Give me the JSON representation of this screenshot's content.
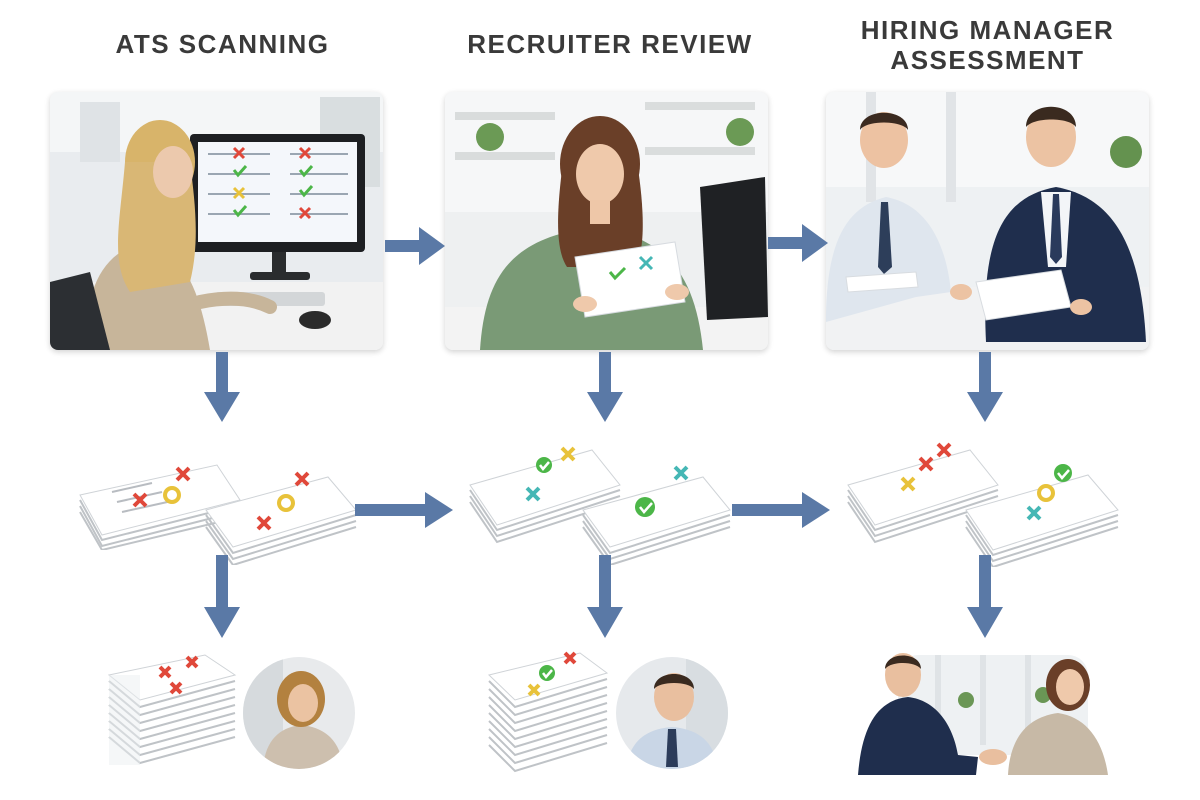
{
  "stages": [
    {
      "title": "ATS SCANNING"
    },
    {
      "title": "RECRUITER REVIEW"
    },
    {
      "title": "HIRING MANAGER\nASSESSMENT"
    }
  ],
  "colors": {
    "arrow": "#5a79a6",
    "title": "#3a3a3a",
    "x_mark": "#e0483a",
    "check_mark": "#4cb648",
    "yellow_mark": "#e8c23a",
    "teal_mark": "#45b7b5"
  },
  "icons": [
    "arrow-right-icon",
    "arrow-down-icon",
    "x-mark-icon",
    "check-mark-icon"
  ]
}
